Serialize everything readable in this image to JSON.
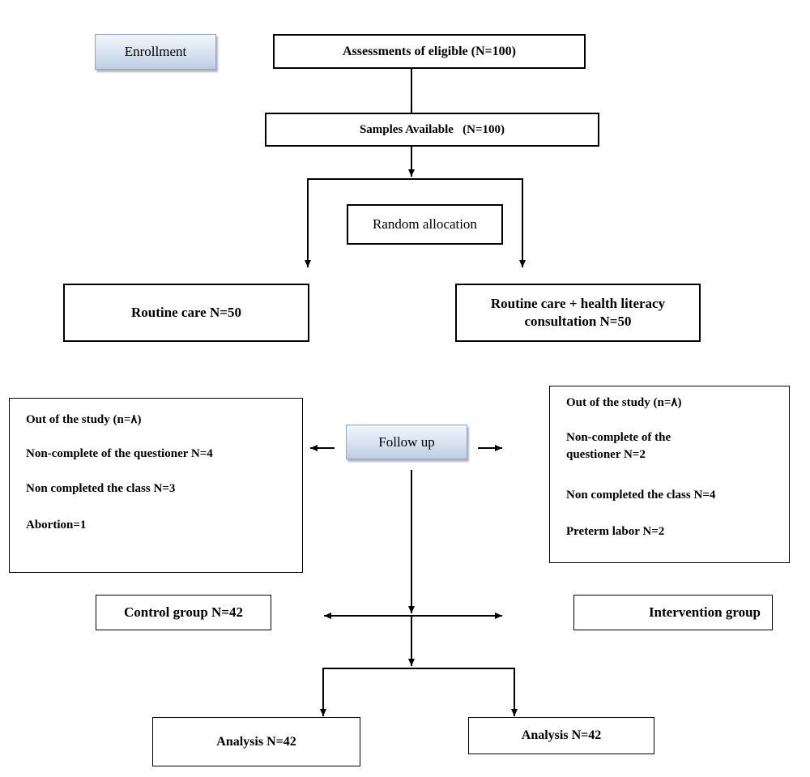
{
  "stages": {
    "enrollment": "Enrollment",
    "allocation": "Random allocation",
    "follow_up": "Follow up"
  },
  "nodes": {
    "assessment": "Assessments of eligible (N=100)",
    "samples": "Samples Available   (N=100)",
    "routine_care": "Routine care N=50",
    "routine_care_plus": "Routine care + health literacy consultation N=50",
    "control_group": "Control group N=42",
    "intervention_group": "Intervention group",
    "analysis_control": "Analysis N=42",
    "analysis_intervention": "Analysis N=42"
  },
  "dropouts": {
    "control": [
      "Out of the study (n=٨)",
      "Non-complete  of the questioner N=4",
      "Non completed  the class N=3",
      "Abortion=1"
    ],
    "intervention": [
      "Out of the study (n=٨)",
      "Non-complete  of the questioner N=2",
      "Non completed  the class N=4",
      "Preterm  labor N=2"
    ]
  }
}
